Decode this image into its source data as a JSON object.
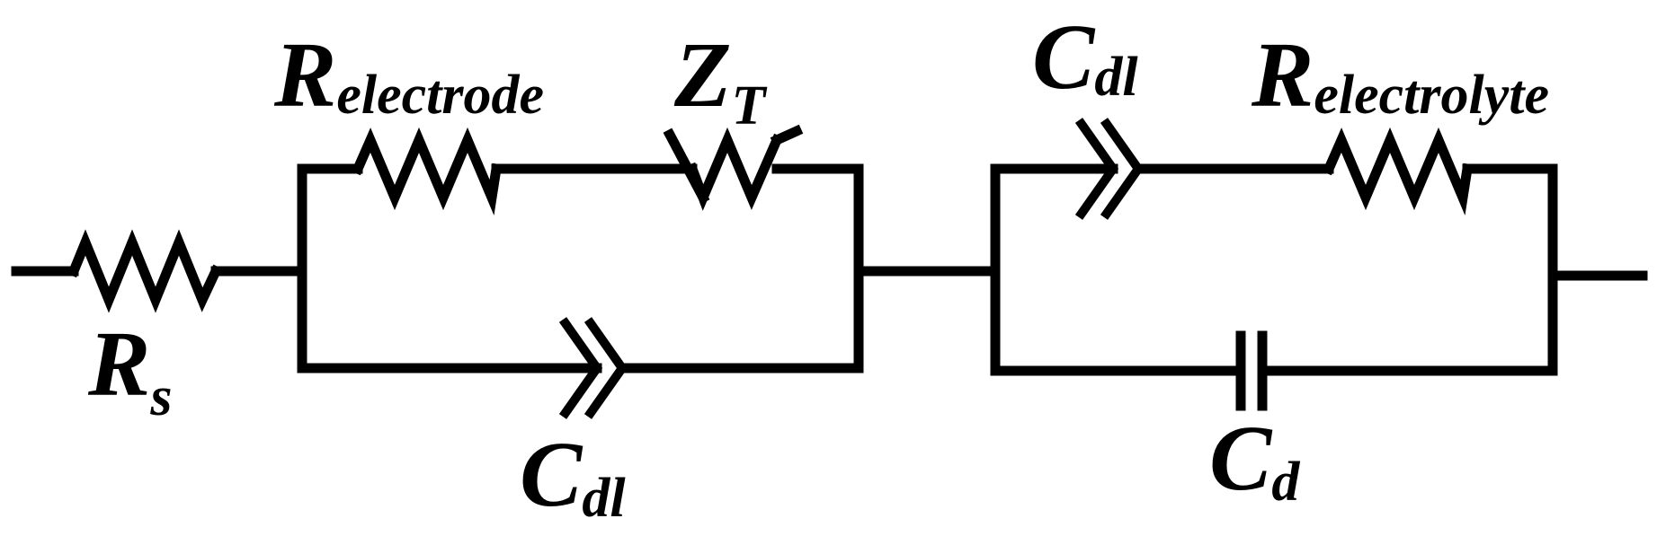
{
  "labels": {
    "r_s": {
      "main": "R",
      "sub": "s"
    },
    "r_electrode": {
      "main": "R",
      "sub": "electrode"
    },
    "z_t": {
      "main": "Z",
      "sub": "T"
    },
    "c_dl_bottom": {
      "main": "C",
      "sub": "dl"
    },
    "c_dl_top": {
      "main": "C",
      "sub": "dl"
    },
    "r_electrolyte": {
      "main": "R",
      "sub": "electrolyte"
    },
    "c_d": {
      "main": "C",
      "sub": "d"
    }
  },
  "colors": {
    "stroke": "#000000",
    "background": "#ffffff"
  }
}
